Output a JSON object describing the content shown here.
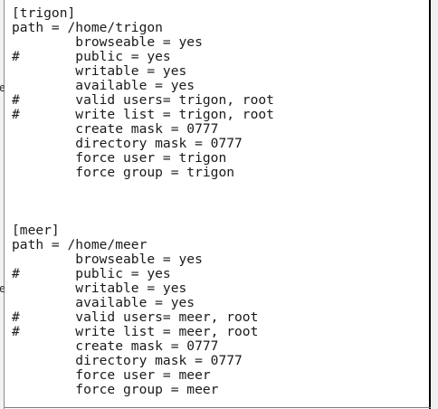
{
  "editor": {
    "lines": [
      "[trigon]",
      "path = /home/trigon",
      "        browseable = yes",
      "#       public = yes",
      "        writable = yes",
      "        available = yes",
      "#       valid users= trigon, root",
      "#       write list = trigon, root",
      "        create mask = 0777",
      "        directory mask = 0777",
      "        force user = trigon",
      "        force group = trigon",
      "",
      "",
      "",
      "[meer]",
      "path = /home/meer",
      "        browseable = yes",
      "#       public = yes",
      "        writable = yes",
      "        available = yes",
      "#       valid users= meer, root",
      "#       write list = meer, root",
      "        create mask = 0777",
      "        directory mask = 0777",
      "        force user = meer",
      "        force group = meer"
    ]
  },
  "left_edge": {
    "chars": [
      "e",
      "e"
    ]
  }
}
